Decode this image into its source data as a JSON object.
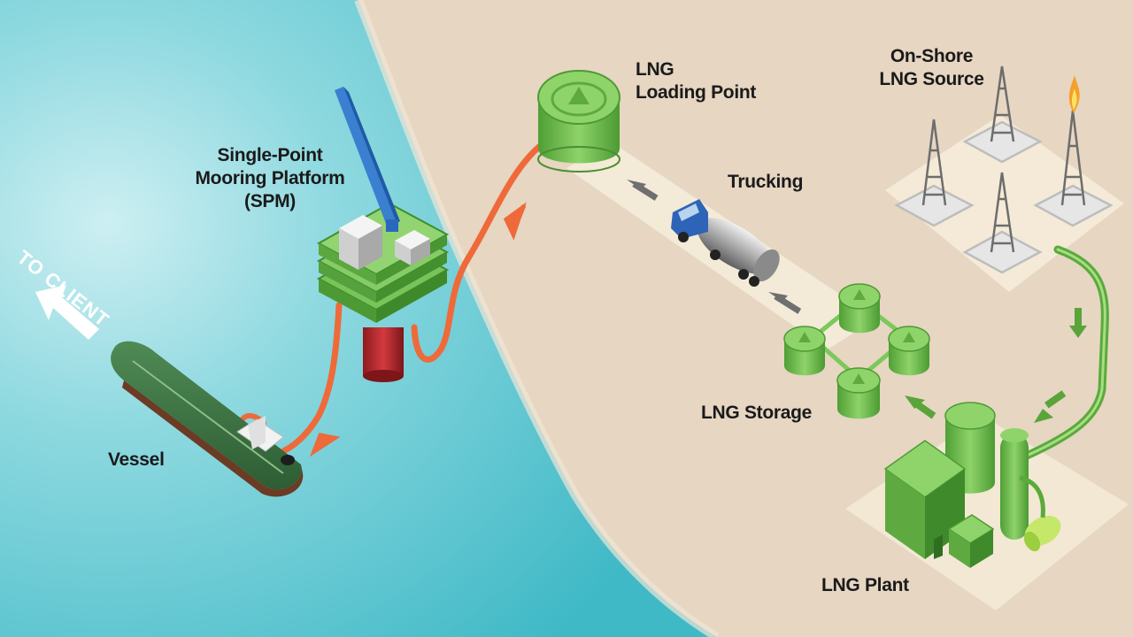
{
  "labels": {
    "spm": [
      "Single-Point",
      "Mooring Platform",
      "(SPM)"
    ],
    "loading_point": [
      "LNG",
      "Loading Point"
    ],
    "trucking": "Trucking",
    "onshore_source": [
      "On-Shore",
      "LNG Source"
    ],
    "storage": "LNG Storage",
    "plant": "LNG Plant",
    "vessel": "Vessel",
    "to_client": "TO CLIENT"
  },
  "colors": {
    "sea": "#4fc3cf",
    "land": "#e6d6c2",
    "pipeline": "#ef6a3a",
    "equipment_green": "#6cc24a",
    "arrow": "#7a7a7a"
  }
}
